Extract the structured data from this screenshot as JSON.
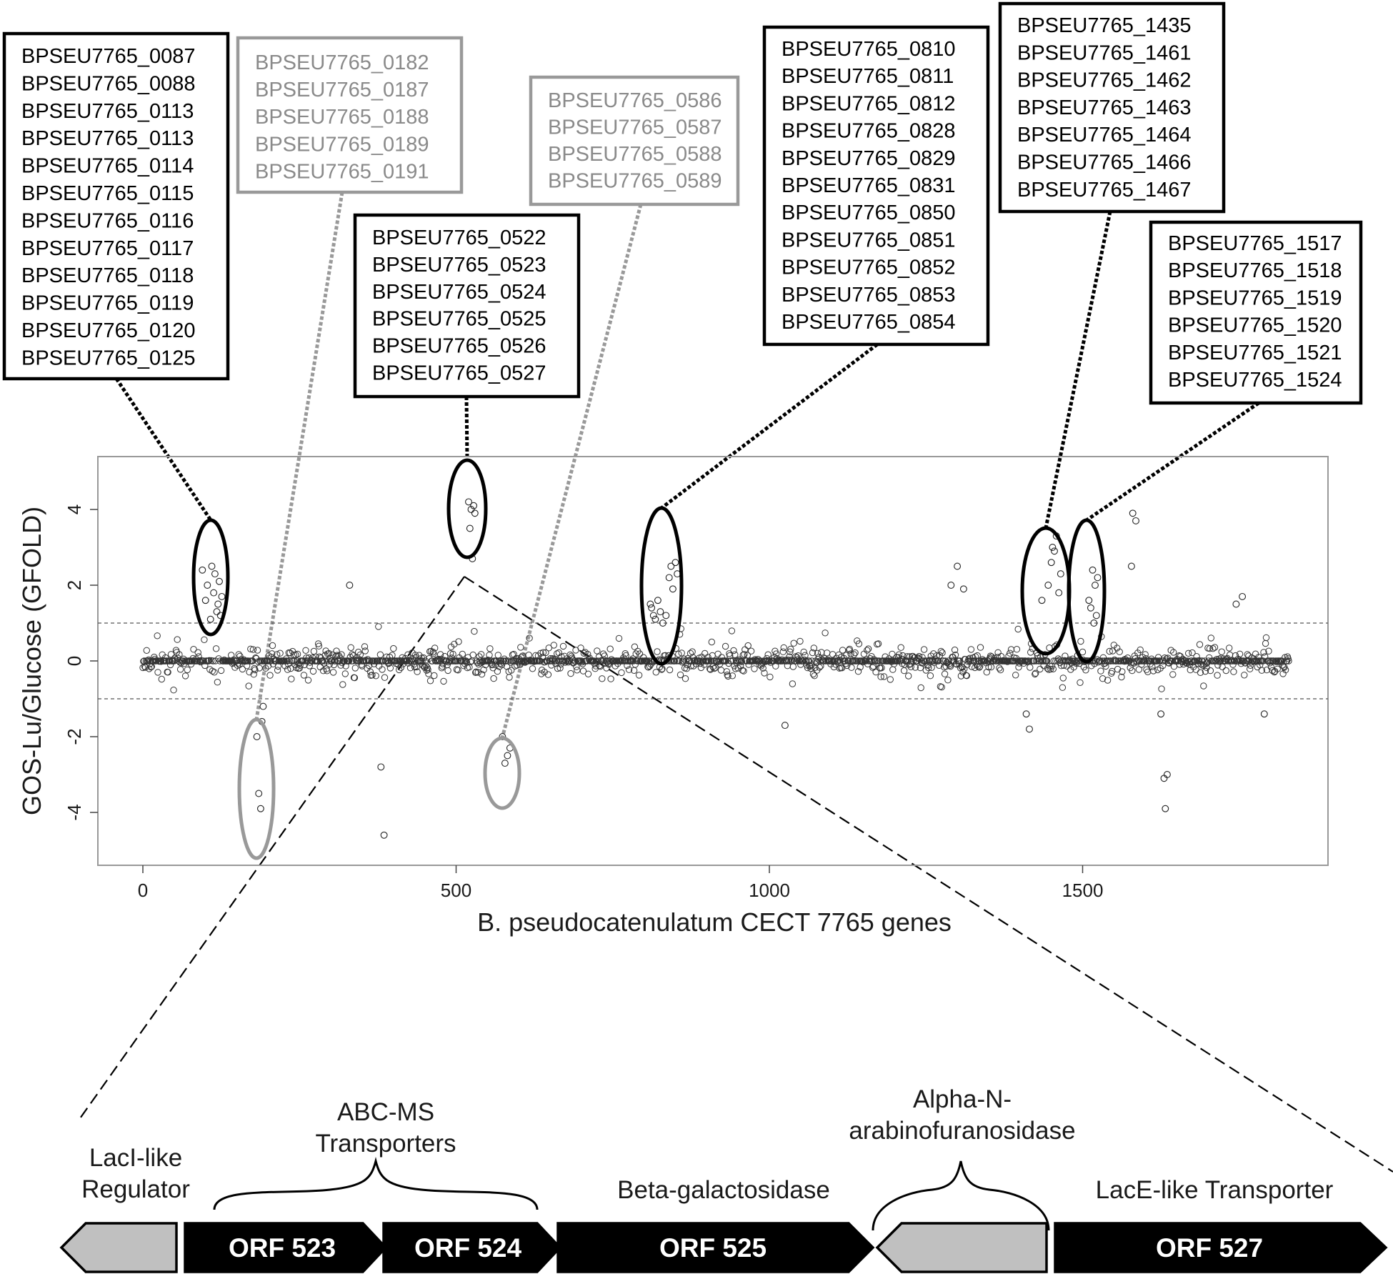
{
  "chart_data": {
    "type": "scatter",
    "title": "",
    "xlabel": "B. pseudocatenulatum CECT 7765 genes",
    "ylabel": "GOS-Lu/Glucose (GFOLD)",
    "xlim": [
      -70,
      1890
    ],
    "ylim": [
      -5.4,
      5.4
    ],
    "x_ticks": [
      0,
      500,
      1000,
      1500
    ],
    "y_ticks": [
      -4,
      -2,
      0,
      2,
      4
    ],
    "threshold_lines": [
      1,
      -1
    ],
    "grid": false,
    "n_genes": 1830,
    "highlighted_points": [
      {
        "x": 95,
        "y": 2.4
      },
      {
        "x": 100,
        "y": 1.6
      },
      {
        "x": 103,
        "y": 2.0
      },
      {
        "x": 108,
        "y": 1.1
      },
      {
        "x": 110,
        "y": 2.5
      },
      {
        "x": 113,
        "y": 1.8
      },
      {
        "x": 115,
        "y": 2.3
      },
      {
        "x": 118,
        "y": 1.3
      },
      {
        "x": 120,
        "y": 1.5
      },
      {
        "x": 122,
        "y": 2.1
      },
      {
        "x": 124,
        "y": 1.2
      },
      {
        "x": 126,
        "y": 1.7
      },
      {
        "x": 182,
        "y": -2.0
      },
      {
        "x": 185,
        "y": -3.5
      },
      {
        "x": 188,
        "y": -3.9
      },
      {
        "x": 190,
        "y": -1.6
      },
      {
        "x": 192,
        "y": -1.2
      },
      {
        "x": 520,
        "y": 4.2
      },
      {
        "x": 522,
        "y": 3.5
      },
      {
        "x": 524,
        "y": 4.0
      },
      {
        "x": 526,
        "y": 2.7
      },
      {
        "x": 528,
        "y": 4.1
      },
      {
        "x": 530,
        "y": 3.9
      },
      {
        "x": 574,
        "y": -2.0
      },
      {
        "x": 578,
        "y": -2.7
      },
      {
        "x": 582,
        "y": -2.5
      },
      {
        "x": 586,
        "y": -2.3
      },
      {
        "x": 810,
        "y": 1.5
      },
      {
        "x": 812,
        "y": 1.4
      },
      {
        "x": 815,
        "y": 1.2
      },
      {
        "x": 818,
        "y": 1.1
      },
      {
        "x": 822,
        "y": 1.6
      },
      {
        "x": 826,
        "y": 1.3
      },
      {
        "x": 830,
        "y": 1.0
      },
      {
        "x": 835,
        "y": 1.2
      },
      {
        "x": 840,
        "y": 2.2
      },
      {
        "x": 843,
        "y": 2.5
      },
      {
        "x": 846,
        "y": 1.9
      },
      {
        "x": 850,
        "y": 2.6
      },
      {
        "x": 853,
        "y": 2.3
      },
      {
        "x": 1435,
        "y": 1.6
      },
      {
        "x": 1445,
        "y": 2.0
      },
      {
        "x": 1450,
        "y": 2.6
      },
      {
        "x": 1452,
        "y": 3.0
      },
      {
        "x": 1455,
        "y": 2.9
      },
      {
        "x": 1458,
        "y": 3.3
      },
      {
        "x": 1462,
        "y": 1.8
      },
      {
        "x": 1465,
        "y": 2.3
      },
      {
        "x": 1510,
        "y": 1.6
      },
      {
        "x": 1513,
        "y": 1.4
      },
      {
        "x": 1516,
        "y": 2.4
      },
      {
        "x": 1518,
        "y": 1.0
      },
      {
        "x": 1520,
        "y": 2.0
      },
      {
        "x": 1522,
        "y": 1.2
      },
      {
        "x": 1524,
        "y": 2.2
      }
    ],
    "other_notable_points": [
      {
        "x": 330,
        "y": 2.0
      },
      {
        "x": 380,
        "y": -2.8
      },
      {
        "x": 385,
        "y": -4.6
      },
      {
        "x": 1025,
        "y": -1.7
      },
      {
        "x": 1300,
        "y": 2.5
      },
      {
        "x": 1290,
        "y": 2.0
      },
      {
        "x": 1310,
        "y": 1.9
      },
      {
        "x": 1410,
        "y": -1.4
      },
      {
        "x": 1415,
        "y": -1.8
      },
      {
        "x": 1580,
        "y": 3.9
      },
      {
        "x": 1585,
        "y": 3.7
      },
      {
        "x": 1578,
        "y": 2.5
      },
      {
        "x": 1630,
        "y": -3.1
      },
      {
        "x": 1632,
        "y": -3.9
      },
      {
        "x": 1635,
        "y": -3.0
      },
      {
        "x": 1625,
        "y": -1.4
      },
      {
        "x": 1755,
        "y": 1.7
      },
      {
        "x": 1745,
        "y": 1.5
      },
      {
        "x": 1790,
        "y": -1.4
      }
    ]
  },
  "gene_groups": [
    {
      "genes": [
        "BPSEU7765_0087",
        "BPSEU7765_0088",
        "BPSEU7765_0113",
        "BPSEU7765_0113",
        "BPSEU7765_0114",
        "BPSEU7765_0115",
        "BPSEU7765_0116",
        "BPSEU7765_0117",
        "BPSEU7765_0118",
        "BPSEU7765_0119",
        "BPSEU7765_0120",
        "BPSEU7765_0125"
      ],
      "direction": "up",
      "cluster": {
        "x": 108,
        "y_center": 2.2
      }
    },
    {
      "genes": [
        "BPSEU7765_0182",
        "BPSEU7765_0187",
        "BPSEU7765_0188",
        "BPSEU7765_0189",
        "BPSEU7765_0191"
      ],
      "direction": "down",
      "cluster": {
        "x": 182,
        "y_center": -3.4
      }
    },
    {
      "genes": [
        "BPSEU7765_0522",
        "BPSEU7765_0523",
        "BPSEU7765_0524",
        "BPSEU7765_0525",
        "BPSEU7765_0526",
        "BPSEU7765_0527"
      ],
      "direction": "up",
      "cluster": {
        "x": 523,
        "y_center": 3.7
      }
    },
    {
      "genes": [
        "BPSEU7765_0586",
        "BPSEU7765_0587",
        "BPSEU7765_0588",
        "BPSEU7765_0589"
      ],
      "direction": "down",
      "cluster": {
        "x": 575,
        "y_center": -3.0
      }
    },
    {
      "genes": [
        "BPSEU7765_0810",
        "BPSEU7765_0811",
        "BPSEU7765_0812",
        "BPSEU7765_0828",
        "BPSEU7765_0829",
        "BPSEU7765_0831",
        "BPSEU7765_0850",
        "BPSEU7765_0851",
        "BPSEU7765_0852",
        "BPSEU7765_0853",
        "BPSEU7765_0854"
      ],
      "direction": "up",
      "cluster": {
        "x": 822,
        "y_center": 2.3
      }
    },
    {
      "genes": [
        "BPSEU7765_1435",
        "BPSEU7765_1461",
        "BPSEU7765_1462",
        "BPSEU7765_1463",
        "BPSEU7765_1464",
        "BPSEU7765_1466",
        "BPSEU7765_1467"
      ],
      "direction": "up",
      "cluster": {
        "x": 1448,
        "y_center": 2.5
      }
    },
    {
      "genes": [
        "BPSEU7765_1517",
        "BPSEU7765_1518",
        "BPSEU7765_1519",
        "BPSEU7765_1520",
        "BPSEU7765_1521",
        "BPSEU7765_1524"
      ],
      "direction": "up",
      "cluster": {
        "x": 1512,
        "y_center": 2.2
      }
    }
  ],
  "operon": {
    "annotations": {
      "laci": "LacI-like\nRegulator",
      "abc": "ABC-MS\nTransporters",
      "beta": "Beta-galactosidase",
      "alpha": "Alpha-N-\narabinofuranosidase",
      "lace": "LacE-like Transporter"
    },
    "orfs": [
      {
        "label": "",
        "color": "gray"
      },
      {
        "label": "ORF 523",
        "color": "black"
      },
      {
        "label": "ORF 524",
        "color": "black"
      },
      {
        "label": "ORF 525",
        "color": "black"
      },
      {
        "label": "",
        "color": "gray"
      },
      {
        "label": "ORF 527",
        "color": "black"
      }
    ]
  },
  "colors": {
    "up": "#000000",
    "down": "#999999",
    "gray_orf": "#c0c0c0",
    "frame": "#999999",
    "point": "#333333"
  }
}
